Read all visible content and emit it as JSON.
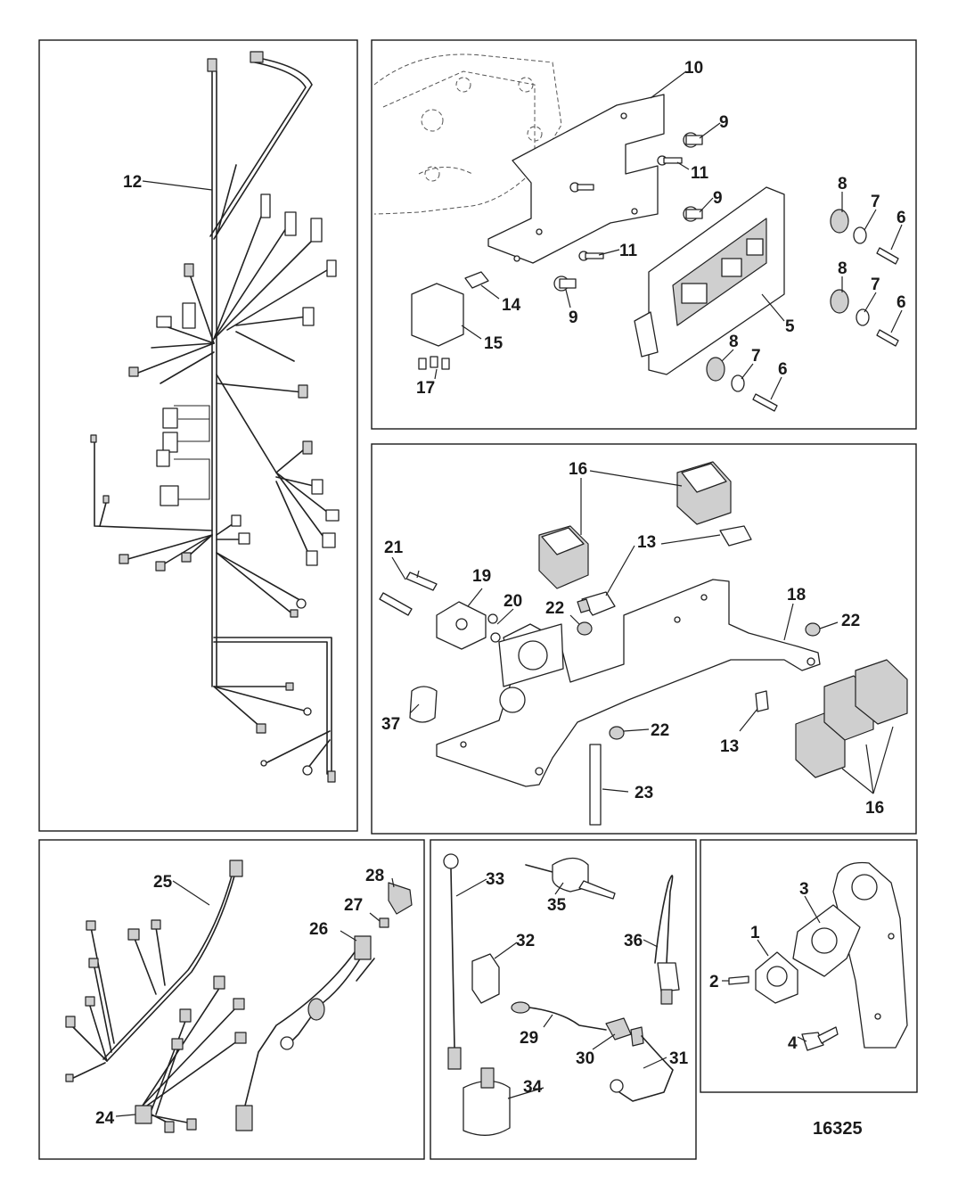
{
  "figure_number": "16325",
  "callouts": {
    "c1": "1",
    "c2": "2",
    "c3": "3",
    "c4": "4",
    "c5": "5",
    "c6a": "6",
    "c6b": "6",
    "c6c": "6",
    "c7a": "7",
    "c7b": "7",
    "c7c": "7",
    "c8a": "8",
    "c8b": "8",
    "c8c": "8",
    "c9a": "9",
    "c9b": "9",
    "c9c": "9",
    "c10": "10",
    "c11a": "11",
    "c11b": "11",
    "c12": "12",
    "c13a": "13",
    "c13b": "13",
    "c14": "14",
    "c15": "15",
    "c16a": "16",
    "c16b": "16",
    "c17": "17",
    "c18": "18",
    "c19": "19",
    "c20": "20",
    "c21": "21",
    "c22a": "22",
    "c22b": "22",
    "c22c": "22",
    "c23": "23",
    "c24": "24",
    "c25": "25",
    "c26": "26",
    "c27": "27",
    "c28": "28",
    "c29": "29",
    "c30": "30",
    "c31": "31",
    "c32": "32",
    "c33": "33",
    "c34": "34",
    "c35": "35",
    "c36": "36",
    "c37": "37"
  }
}
